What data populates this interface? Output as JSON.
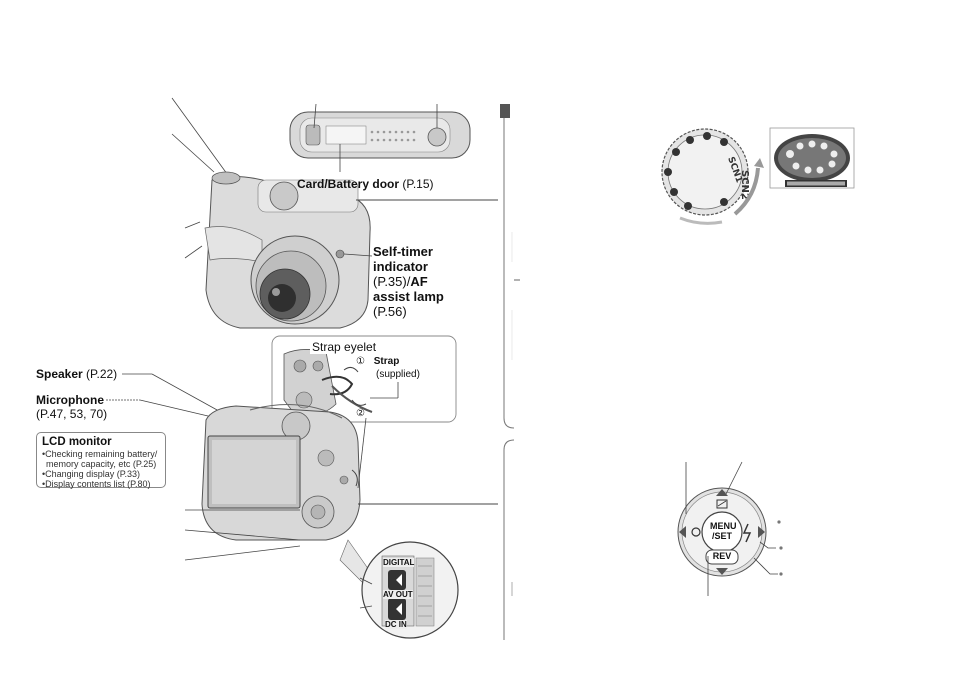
{
  "labels": {
    "card_battery_door": {
      "bold": "Card/Battery door",
      "ref": "(P.15)"
    },
    "self_timer": {
      "l1": "Self-timer",
      "l2": "indicator",
      "l3a": "(P.35)/",
      "l3b": "AF",
      "l4": "assist lamp",
      "l5": "(P.56)"
    },
    "strap_eyelet": "Strap eyelet",
    "strap": {
      "num1": "①",
      "bold": "Strap",
      "sub": "(supplied)",
      "num2": "②"
    },
    "speaker": {
      "bold": "Speaker",
      "ref": "(P.22)"
    },
    "microphone": {
      "bold": "Microphone",
      "ref": "(P.47, 53, 70)"
    },
    "lcd_monitor": {
      "title": "LCD monitor",
      "items": [
        "•Checking remaining battery/",
        " memory capacity, etc (P.25)",
        "•Changing display (P.33)",
        "•Display contents list (P.80)"
      ]
    },
    "terminals": {
      "digital": "DIGITAL",
      "avout": "AV OUT",
      "dcin": "DC IN"
    },
    "buttons": {
      "menu1": "MENU",
      "menu2": "/SET",
      "rev": "REV"
    }
  }
}
